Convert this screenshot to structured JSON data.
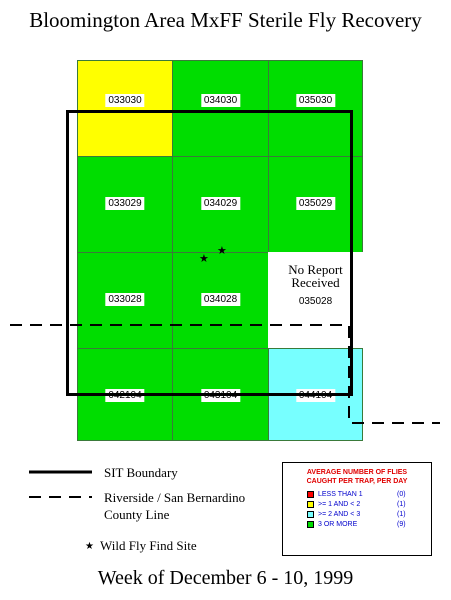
{
  "title": "Bloomington Area MxFF Sterile Fly Recovery",
  "footer": "Week of December 6 - 10, 1999",
  "colors": {
    "yellow": "#ffff00",
    "green": "#00dd00",
    "cyan": "#77ffff",
    "red": "#ff0000",
    "white": "#ffffff"
  },
  "grid": [
    {
      "label": "033030",
      "category": "yellow"
    },
    {
      "label": "034030",
      "category": "green"
    },
    {
      "label": "035030",
      "category": "green"
    },
    {
      "label": "033029",
      "category": "green"
    },
    {
      "label": "034029",
      "category": "green"
    },
    {
      "label": "035029",
      "category": "green"
    },
    {
      "label": "033028",
      "category": "green"
    },
    {
      "label": "034028",
      "category": "green"
    },
    {
      "label": "035028",
      "category": "none"
    },
    {
      "label": "042104",
      "category": "green"
    },
    {
      "label": "043104",
      "category": "green"
    },
    {
      "label": "044104",
      "category": "cyan"
    }
  ],
  "no_report": {
    "line1": "No Report",
    "line2": "Received"
  },
  "legend": {
    "sit_boundary": "SIT Boundary",
    "county_line_1": "Riverside / San Bernardino",
    "county_line_2": "County Line",
    "wild_fly": "Wild Fly Find Site",
    "avg_title_1": "AVERAGE NUMBER OF FLIES",
    "avg_title_2": "CAUGHT PER TRAP, PER DAY",
    "items": [
      {
        "label": "LESS THAN 1",
        "count": "(0)",
        "color": "#ff0000"
      },
      {
        "label": ">= 1 AND < 2",
        "count": "(1)",
        "color": "#ffff00"
      },
      {
        "label": ">= 2 AND < 3",
        "count": "(1)",
        "color": "#77ffff"
      },
      {
        "label": "3 OR MORE",
        "count": "(9)",
        "color": "#00dd00"
      }
    ]
  }
}
